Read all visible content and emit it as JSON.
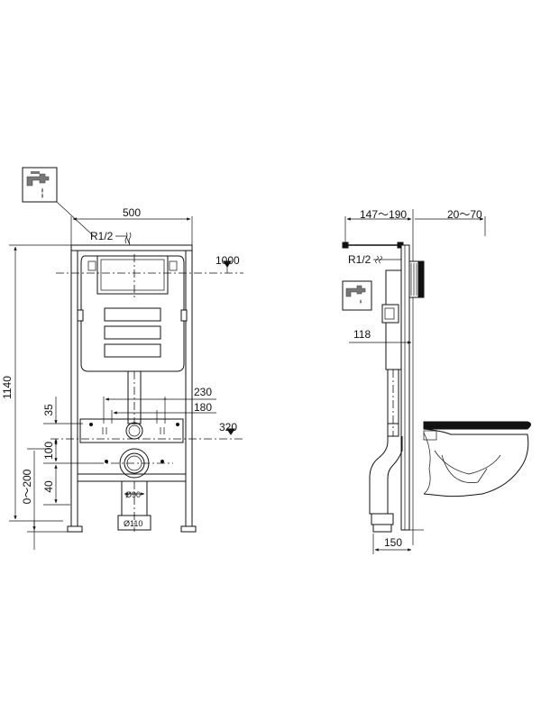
{
  "front_view": {
    "width": "500",
    "total_height": "1140",
    "connection_label": "R1/2",
    "cistern_height": "1000",
    "pipe_230": "230",
    "pipe_180": "180",
    "axis_320": "320",
    "dim_35": "35",
    "dim_100": "100",
    "dim_40": "40",
    "adjust_range": "0～200",
    "drain_90": "Ø90",
    "drain_110": "Ø110"
  },
  "side_view": {
    "depth_range": "147～190",
    "wall_range": "20～70",
    "connection_label": "R1/2",
    "offset_118": "118",
    "base_150": "150"
  },
  "icons": {
    "tap_front": "water-tap-icon",
    "tap_side": "water-tap-icon"
  }
}
